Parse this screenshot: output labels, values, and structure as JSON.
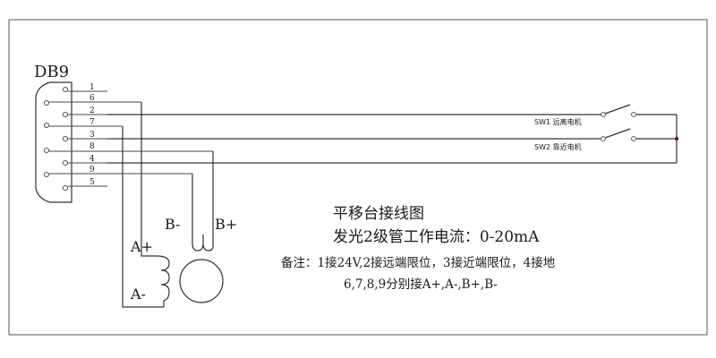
{
  "connector": {
    "label": "DB9",
    "pin_labels": [
      "1",
      "6",
      "2",
      "7",
      "3",
      "8",
      "4",
      "9",
      "5"
    ]
  },
  "switches": {
    "sw1_label": "SW1 远离电机",
    "sw2_label": "SW2 靠近电机"
  },
  "motor": {
    "b_minus": "B-",
    "b_plus": "B+",
    "a_plus": "A+",
    "a_minus": "A-"
  },
  "notes": {
    "title": "平移台接线图",
    "led_current": "发光2级管工作电流：0-20mA",
    "remark_line1": "备注：1接24V,2接远端限位，3接近端限位，4接地",
    "remark_line2": "6,7,8,9分别接A+,A-,B+,B-"
  }
}
